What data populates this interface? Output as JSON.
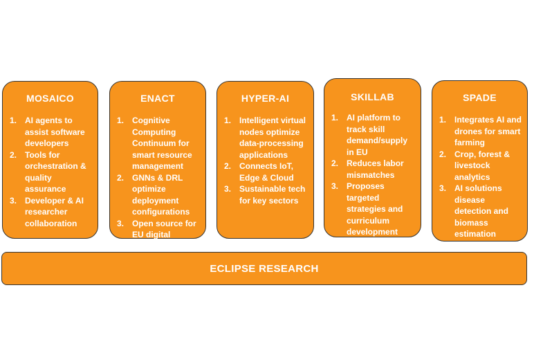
{
  "colors": {
    "card_fill": "#f7941d",
    "card_border": "#333333",
    "text": "#ffffff"
  },
  "cards": [
    {
      "title": "MOSAICO",
      "items": [
        {
          "num": "1.",
          "text": "AI agents to assist software developers"
        },
        {
          "num": "2.",
          "text": "Tools for orchestration & quality assurance"
        },
        {
          "num": "3.",
          "text": "Developer & AI researcher collaboration"
        }
      ]
    },
    {
      "title": "ENACT",
      "items": [
        {
          "num": "1.",
          "text": "Cognitive Computing Continuum for smart resource management"
        },
        {
          "num": "2.",
          "text": "GNNs & DRL optimize deployment configurations"
        },
        {
          "num": "3.",
          "text": "Open source for EU digital sovereignty"
        }
      ]
    },
    {
      "title": "HYPER-AI",
      "items": [
        {
          "num": "1.",
          "text": "Intelligent virtual nodes optimize data-processing applications"
        },
        {
          "num": "2.",
          "text": "Connects IoT, Edge & Cloud"
        },
        {
          "num": "3.",
          "text": "Sustainable tech for key sectors"
        }
      ]
    },
    {
      "title": "SKILLAB",
      "items": [
        {
          "num": "1.",
          "text": "AI platform to track skill demand/supply in EU"
        },
        {
          "num": "2.",
          "text": "Reduces labor mismatches"
        },
        {
          "num": "3.",
          "text": "Proposes targeted strategies and curriculum development"
        }
      ]
    },
    {
      "title": "SPADE",
      "items": [
        {
          "num": "1.",
          "text": "Integrates AI and drones for smart farming"
        },
        {
          "num": "2.",
          "text": "Crop, forest & livestock analytics"
        },
        {
          "num": "3.",
          "text": "AI solutions disease detection and biomass estimation"
        }
      ]
    }
  ],
  "banner": {
    "label": "ECLIPSE RESEARCH"
  }
}
